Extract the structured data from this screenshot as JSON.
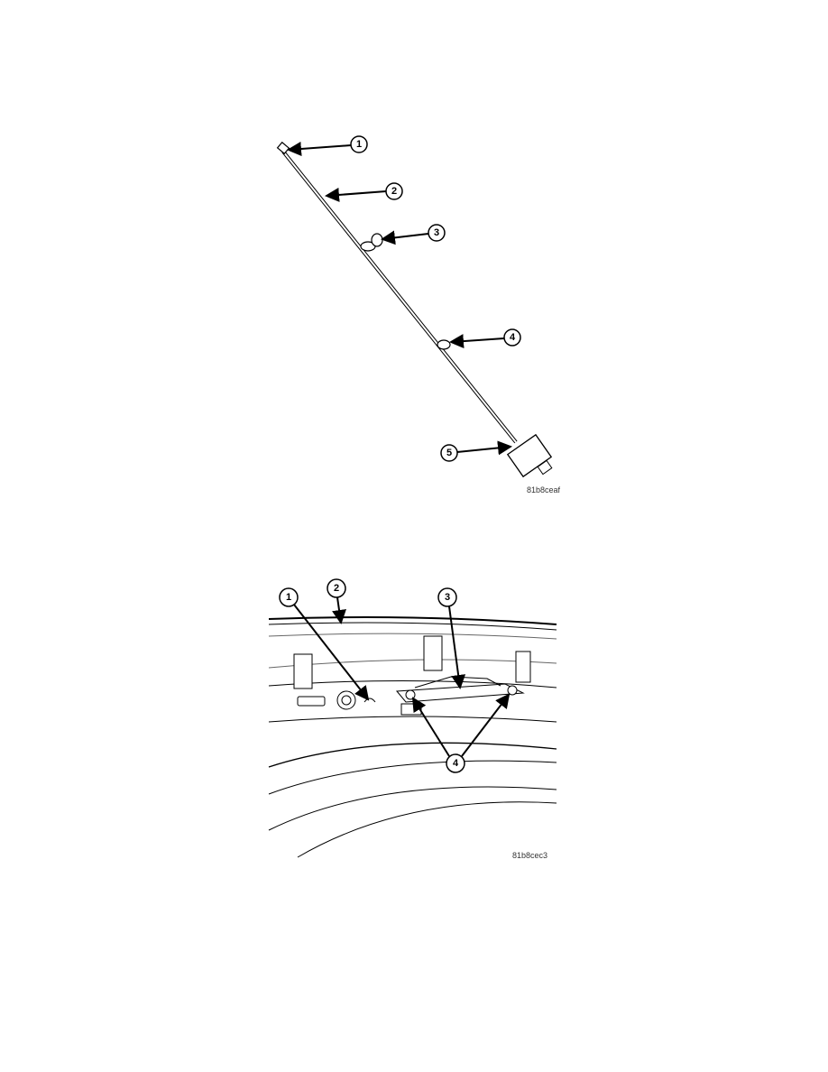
{
  "figure1": {
    "callouts": [
      "1",
      "2",
      "3",
      "4",
      "5"
    ],
    "code": "81b8ceaf"
  },
  "figure2": {
    "callouts": [
      "1",
      "2",
      "3",
      "4"
    ],
    "code": "81b8cec3"
  }
}
